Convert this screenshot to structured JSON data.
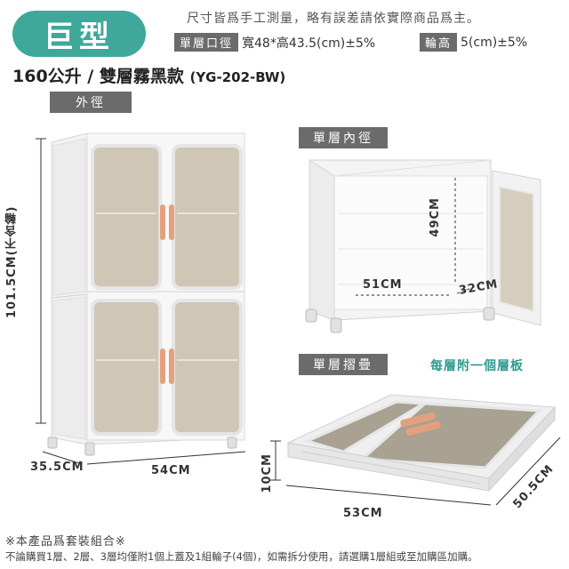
{
  "header": {
    "size_badge": "巨型",
    "note": "尺寸皆爲手工測量，略有誤差請依實際商品爲主。",
    "spec_opening_tag": "單層口徑",
    "spec_opening_value": "寬48*高43.5(cm)±5%",
    "spec_wheel_tag": "輪高",
    "spec_wheel_value": "5(cm)±5%"
  },
  "model": {
    "title": "160公升 / 雙層霧黑款",
    "code": "(YG-202-BW)"
  },
  "outer": {
    "tag": "外徑",
    "height_label": "101.5CM(不含輪)",
    "depth_label": "35.5CM",
    "width_label": "54CM"
  },
  "inner": {
    "tag": "單層內徑",
    "height_label": "49CM",
    "width_label": "51CM",
    "depth_label": "32CM"
  },
  "folded": {
    "tag": "單層摺疊",
    "shelf_note": "每層附一個層板",
    "height_label": "10CM",
    "width_label": "53CM",
    "depth_label": "50.5CM"
  },
  "footer": {
    "line1": "※本產品爲套裝組合※",
    "line2": "不論購買1層、2層、3層均僅附1個上蓋及1組輪子(4個)，如需拆分使用，請選購1層組或至加購區加購。"
  },
  "colors": {
    "accent": "#3fa89a",
    "tag_bg": "#6b6b6b",
    "handle": "#e3a07e",
    "panel_tint": "#c9bfae"
  }
}
